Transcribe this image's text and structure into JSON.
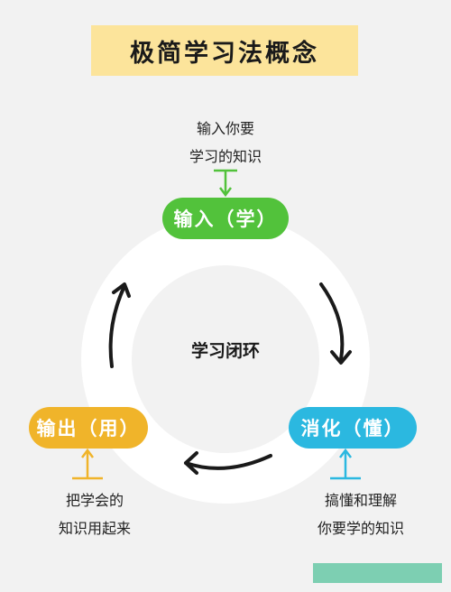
{
  "title": "极简学习法概念",
  "center_label": "学习闭环",
  "stages": {
    "input": {
      "label": "输入（学）",
      "note": [
        "输入你要",
        "学习的知识"
      ],
      "color": "#52c23b"
    },
    "digest": {
      "label": "消化（懂）",
      "note": [
        "搞懂和理解",
        "你要学的知识"
      ],
      "color": "#2bb8e0"
    },
    "output": {
      "label": "输出（用）",
      "note": [
        "把学会的",
        "知识用起来"
      ],
      "color": "#f0b42a"
    }
  },
  "colors": {
    "title_bg": "#fce49b",
    "ring": "#ffffff",
    "background": "#f2f2f2"
  }
}
